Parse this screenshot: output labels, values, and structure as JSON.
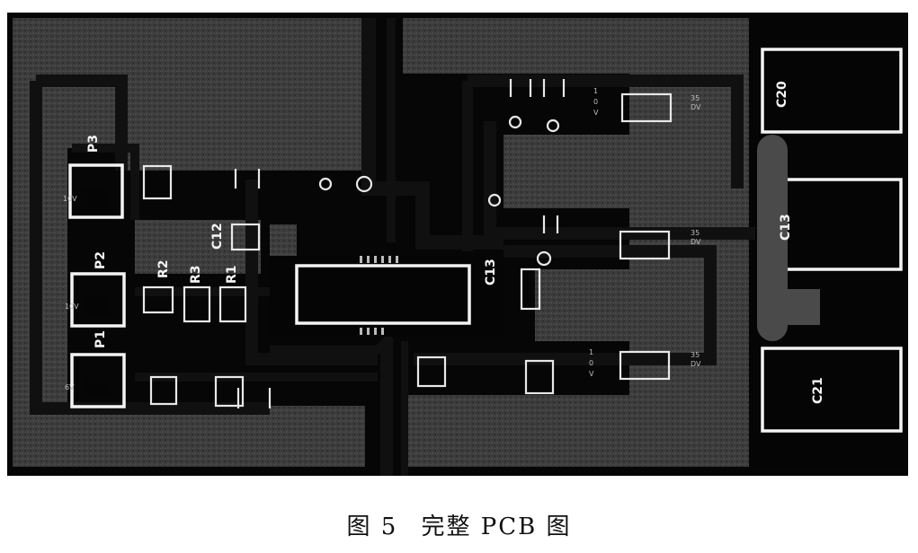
{
  "figure": {
    "caption_number": "图 5",
    "caption_title": "完整 PCB 图"
  },
  "components": {
    "p1": "P1",
    "p2": "P2",
    "p3": "P3",
    "c12": "C12",
    "c13": "C13",
    "c20": "C20",
    "c21": "C21",
    "c13_small": "C13",
    "r1": "R1",
    "r2": "R2",
    "r3": "R3"
  },
  "pad_notes": {
    "n1": "1",
    "n2": "0",
    "n3": "V",
    "n4": "35",
    "n5": "DV",
    "n6": "10V",
    "n7": "6V"
  },
  "colors": {
    "board_background": "#050505",
    "copper_pour": "#3a3a3a",
    "silkscreen": "#f4f4f4"
  }
}
